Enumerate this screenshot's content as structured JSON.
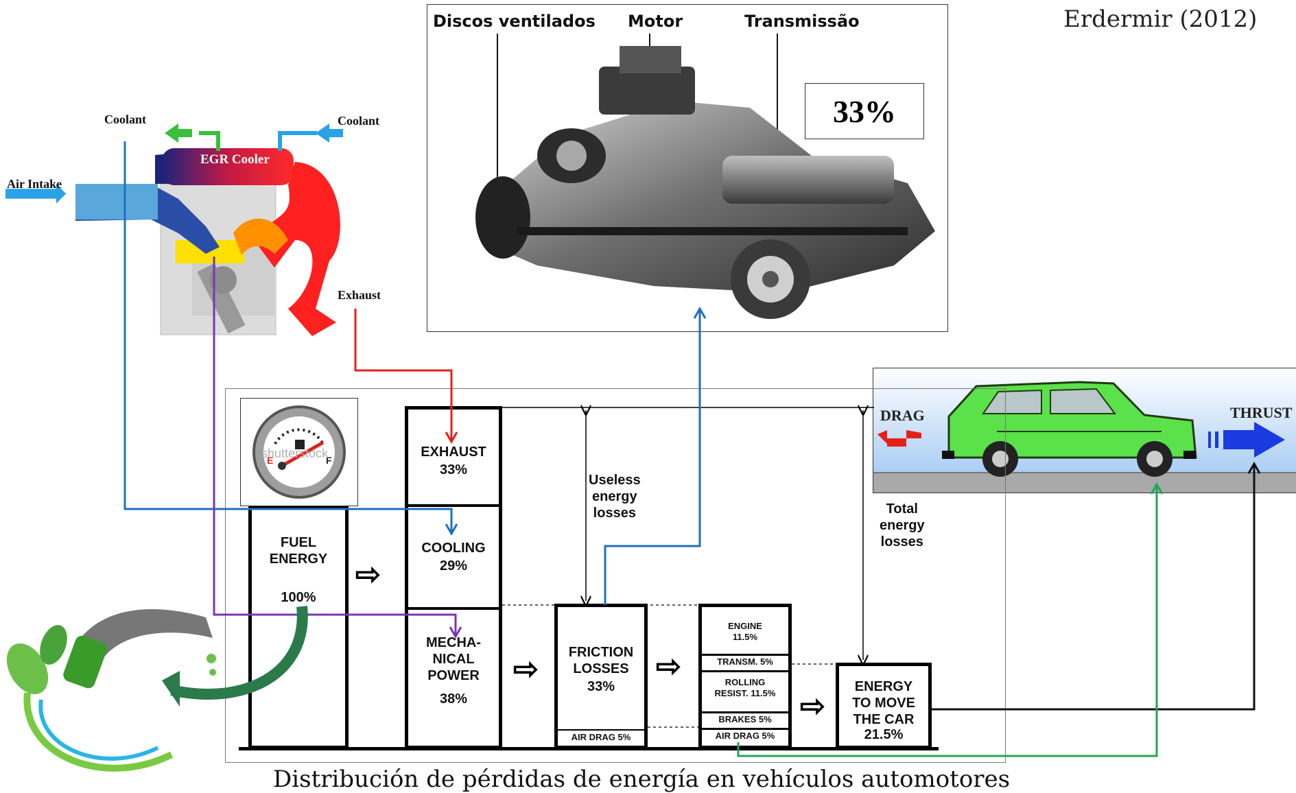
{
  "source": "Erdermir (2012)",
  "caption": "Distribución de pérdidas de energía en vehículos automotores",
  "engine_photo": {
    "labels": [
      "Discos ventilados",
      "Motor",
      "Transmissão"
    ],
    "highlight": "33%"
  },
  "egr": {
    "coolant_out": "Coolant",
    "coolant_in": "Coolant",
    "cooler": "EGR Cooler",
    "air_intake": "Air Intake",
    "exhaust": "Exhaust"
  },
  "car": {
    "drag": "DRAG",
    "thrust": "THRUST"
  },
  "flow": {
    "fuel": {
      "title": "FUEL\nENERGY",
      "value": "100%"
    },
    "exhaust": {
      "title": "EXHAUST",
      "value": "33%"
    },
    "cooling": {
      "title": "COOLING",
      "value": "29%"
    },
    "mechanical": {
      "title": "MECHA-\nNICAL\nPOWER",
      "value": "38%"
    },
    "useless": "Useless\nenergy\nlosses",
    "total": "Total\nenergy\nlosses",
    "friction": {
      "title": "FRICTION\nLOSSES",
      "value": "33%"
    },
    "air_drag_1": "AIR DRAG 5%",
    "engine": "ENGINE\n11.5%",
    "transm": "TRANSM. 5%",
    "rolling": "ROLLING\nRESIST. 11.5%",
    "brakes": "BRAKES 5%",
    "air_drag_2": "AIR DRAG 5%",
    "move": {
      "title": "ENERGY\nTO MOVE\nTHE CAR",
      "value": "21.5%"
    }
  },
  "gauge": {
    "watermark": "shutterstock",
    "empty": "E",
    "full": "F"
  },
  "colors": {
    "exhaust_line": "#e32119",
    "cooling_line": "#1f6fbf",
    "mechanical_line": "#7a35b0",
    "thrust_line": "#111111",
    "airdrag_line": "#22a65a",
    "car_body": "#5be14a"
  }
}
